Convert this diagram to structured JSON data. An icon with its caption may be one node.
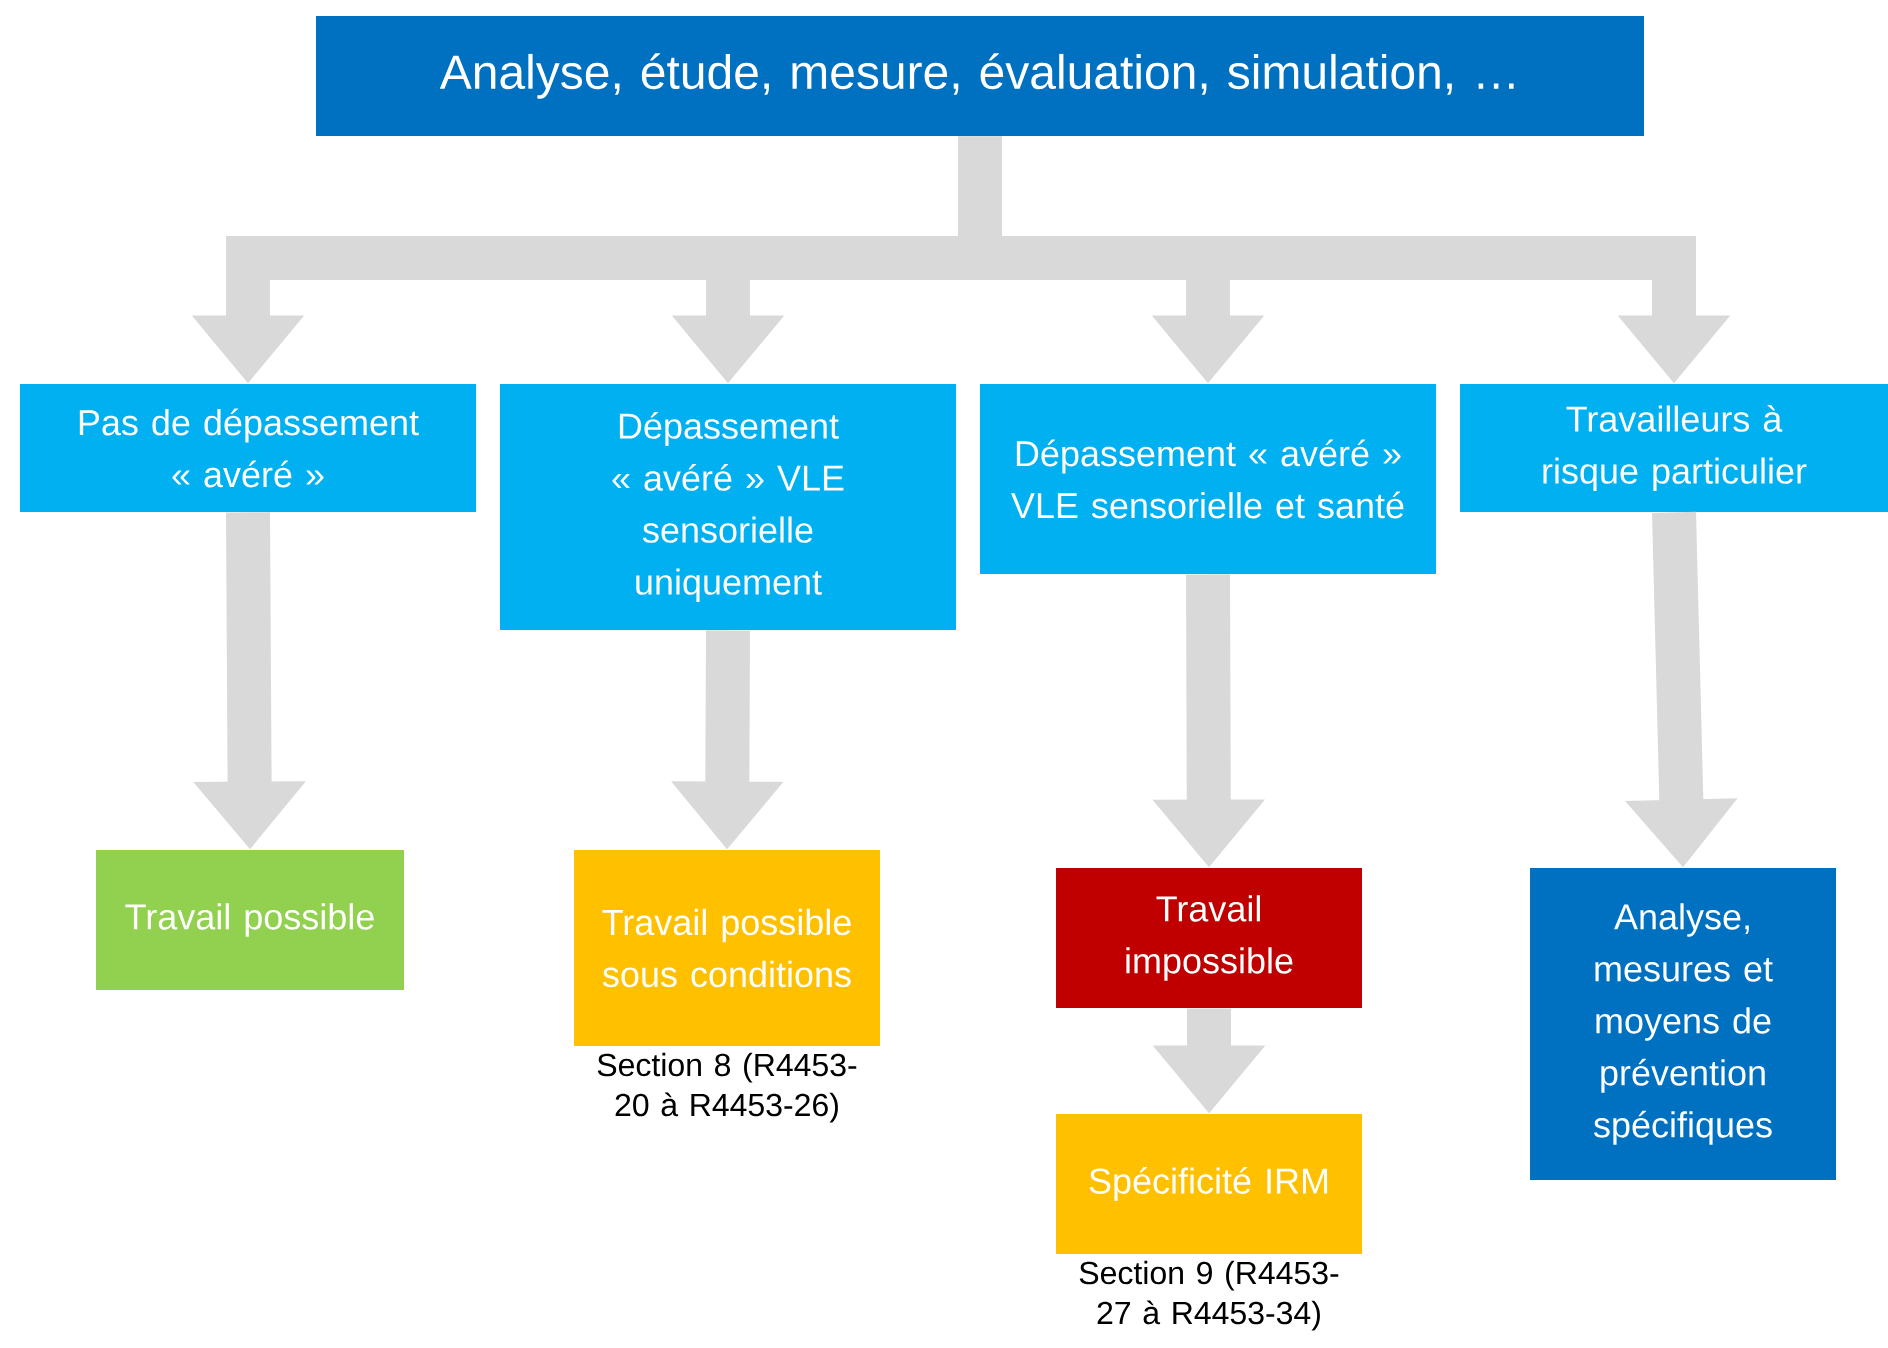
{
  "diagram": {
    "nodes": [
      {
        "text": [
          "Analyse, étude, mesure, évaluation, simulation, …"
        ]
      },
      {
        "text": [
          "Pas de dépassement « avéré »"
        ]
      },
      {
        "text": [
          "Dépassement « avéré » VLE sensorielle uniquement"
        ]
      },
      {
        "text": [
          "Dépassement « avéré » VLE sensorielle et santé"
        ]
      },
      {
        "text": [
          "Travailleurs à risque particulier"
        ]
      },
      {
        "text": [
          "Travail possible"
        ]
      },
      {
        "text": [
          "Travail possible sous conditions"
        ],
        "beside": [
          "Section 8 (R4453-20 à R4453-26)"
        ]
      },
      {
        "text": [
          "Travail impossible"
        ]
      },
      {
        "text": [
          "Spécificité IRM"
        ],
        "beside": [
          "Section 9 (R4453-27 à R4453-34)"
        ]
      },
      {
        "text": [
          "Analyse, mesures et moyens de prévention spécifiques"
        ]
      }
    ],
    "edges": [
      {
        "from": 0,
        "to": 1,
        "arrow": "to"
      },
      {
        "from": 0,
        "to": 2,
        "arrow": "to"
      },
      {
        "from": 0,
        "to": 3,
        "arrow": "to"
      },
      {
        "from": 0,
        "to": 4,
        "arrow": "to"
      },
      {
        "from": 1,
        "to": 5,
        "arrow": "to"
      },
      {
        "from": 2,
        "to": 6,
        "arrow": "to"
      },
      {
        "from": 3,
        "to": 7,
        "arrow": "to"
      },
      {
        "from": 4,
        "to": 9,
        "arrow": "to"
      },
      {
        "from": 7,
        "to": 8,
        "arrow": "to"
      }
    ]
  }
}
